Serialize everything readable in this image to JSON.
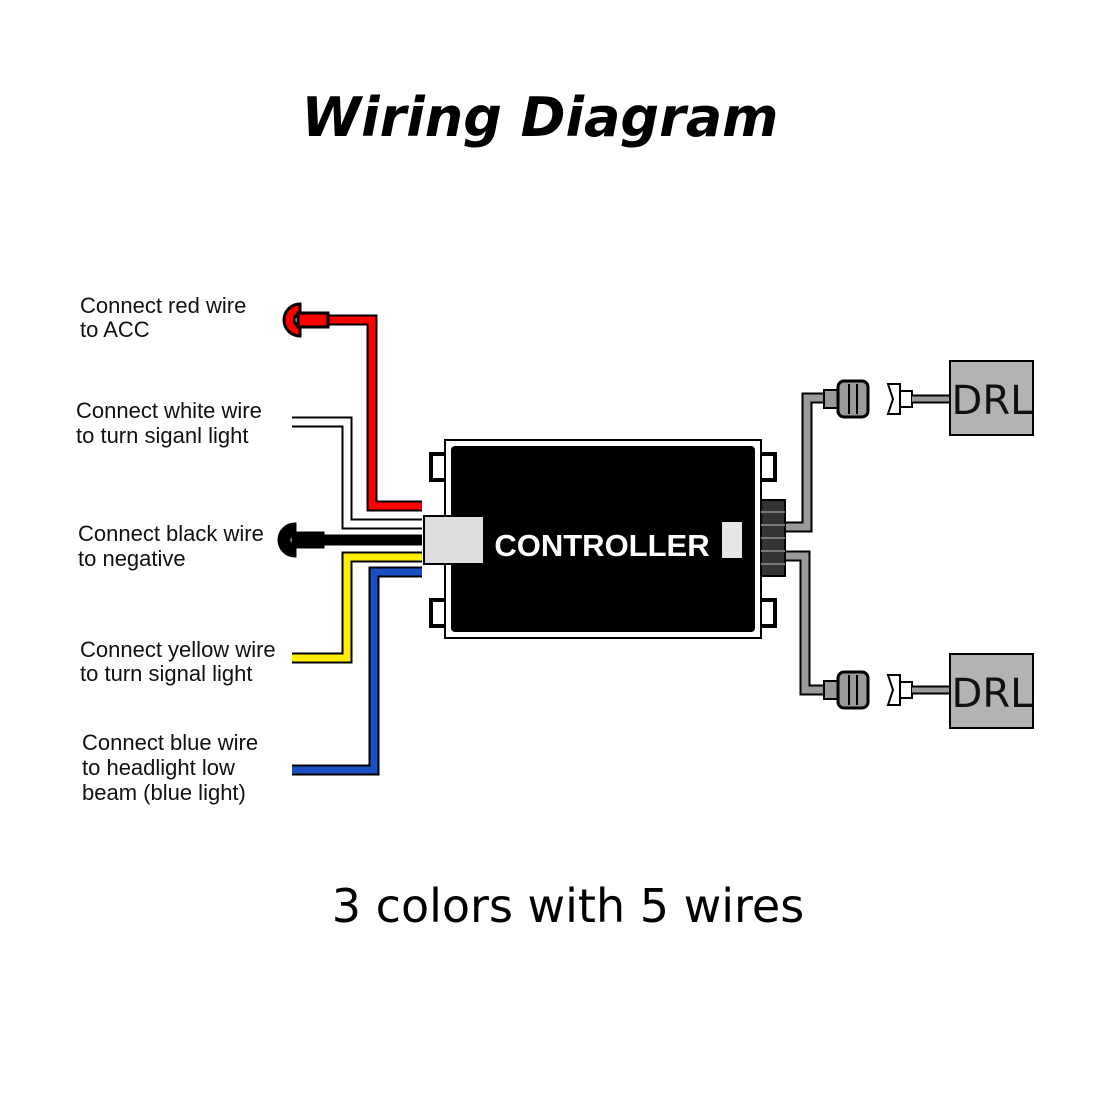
{
  "title": "Wiring Diagram",
  "subtitle": "3 colors with 5 wires",
  "controller": {
    "label": "CONTROLLER"
  },
  "wires": [
    {
      "id": "red",
      "color": "#ff0000",
      "label_lines": [
        "Connect red wire",
        "to ACC"
      ],
      "terminal": "ring"
    },
    {
      "id": "white",
      "color": "#ffffff",
      "label_lines": [
        "Connect white wire",
        "to turn siganl light"
      ],
      "terminal": "open"
    },
    {
      "id": "black",
      "color": "#000000",
      "label_lines": [
        "Connect black wire",
        "to negative"
      ],
      "terminal": "ring"
    },
    {
      "id": "yellow",
      "color": "#ffee00",
      "label_lines": [
        "Connect yellow wire",
        "to turn signal light"
      ],
      "terminal": "open"
    },
    {
      "id": "blue",
      "color": "#1a4fc4",
      "label_lines": [
        "Connect blue wire",
        "to headlight low",
        "beam (blue light)"
      ],
      "terminal": "open"
    }
  ],
  "outputs": [
    {
      "label": "DRL"
    },
    {
      "label": "DRL"
    }
  ],
  "colors": {
    "output_wire": "#9a9a9a",
    "drl_box": "#b3b3b3",
    "controller_body": "#000000",
    "connector": "#dddddd"
  }
}
